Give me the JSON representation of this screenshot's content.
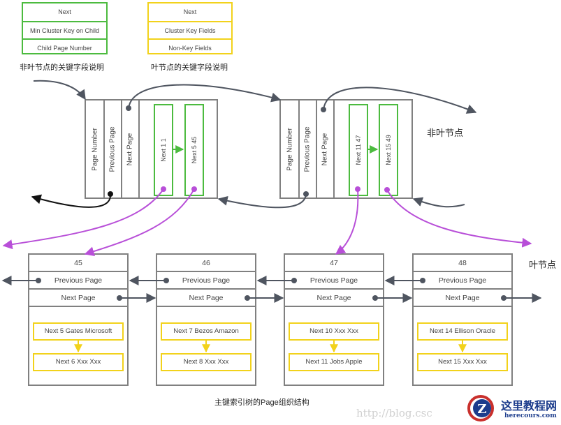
{
  "legend": {
    "nonleaf": {
      "rows": [
        "Next",
        "Min Cluster Key on Child",
        "Child Page Number"
      ],
      "caption": "非叶节点的关键字段说明",
      "color": "#4cbb3f"
    },
    "leaf": {
      "rows": [
        "Next",
        "Cluster Key Fields",
        "Non-Key Fields"
      ],
      "caption": "叶节点的关键字段说明",
      "color": "#f2d21b"
    }
  },
  "nonleaf_pages": [
    {
      "columns": [
        "Page Number",
        "Previous Page",
        "Next Page"
      ],
      "keys": [
        "Next 1 1",
        "Next 5 45"
      ]
    },
    {
      "columns": [
        "Page Number",
        "Previous Page",
        "Next Page"
      ],
      "keys": [
        "Next 11 47",
        "Next 15 49"
      ]
    }
  ],
  "nonleaf_label": "非叶节点",
  "leaf_label": "叶节点",
  "leaf_pages": [
    {
      "number": "45",
      "prev": "Previous Page",
      "next": "Next Page",
      "records": [
        "Next 5 Gates Microsoft",
        "Next 6 Xxx Xxx"
      ]
    },
    {
      "number": "46",
      "prev": "Previous Page",
      "next": "Next Page",
      "records": [
        "Next 7 Bezos Amazon",
        "Next 8 Xxx Xxx"
      ]
    },
    {
      "number": "47",
      "prev": "Previous Page",
      "next": "Next Page",
      "records": [
        "Next 10 Xxx Xxx",
        "Next 11 Jobs Apple"
      ]
    },
    {
      "number": "48",
      "prev": "Previous Page",
      "next": "Next Page",
      "records": [
        "Next 14 Ellison Oracle",
        "Next 15 Xxx Xxx"
      ]
    }
  ],
  "figure_caption": "主键索引树的Page组织结构",
  "watermark": {
    "url": "http://blog.csc",
    "logo_cn": "这里教程网",
    "logo_en": "herecours.com"
  },
  "colors": {
    "box_border": "#808080",
    "pointer": "#4f5560",
    "child_pointer": "#b84fd8",
    "green": "#4cbb3f",
    "yellow": "#f2d21b"
  }
}
